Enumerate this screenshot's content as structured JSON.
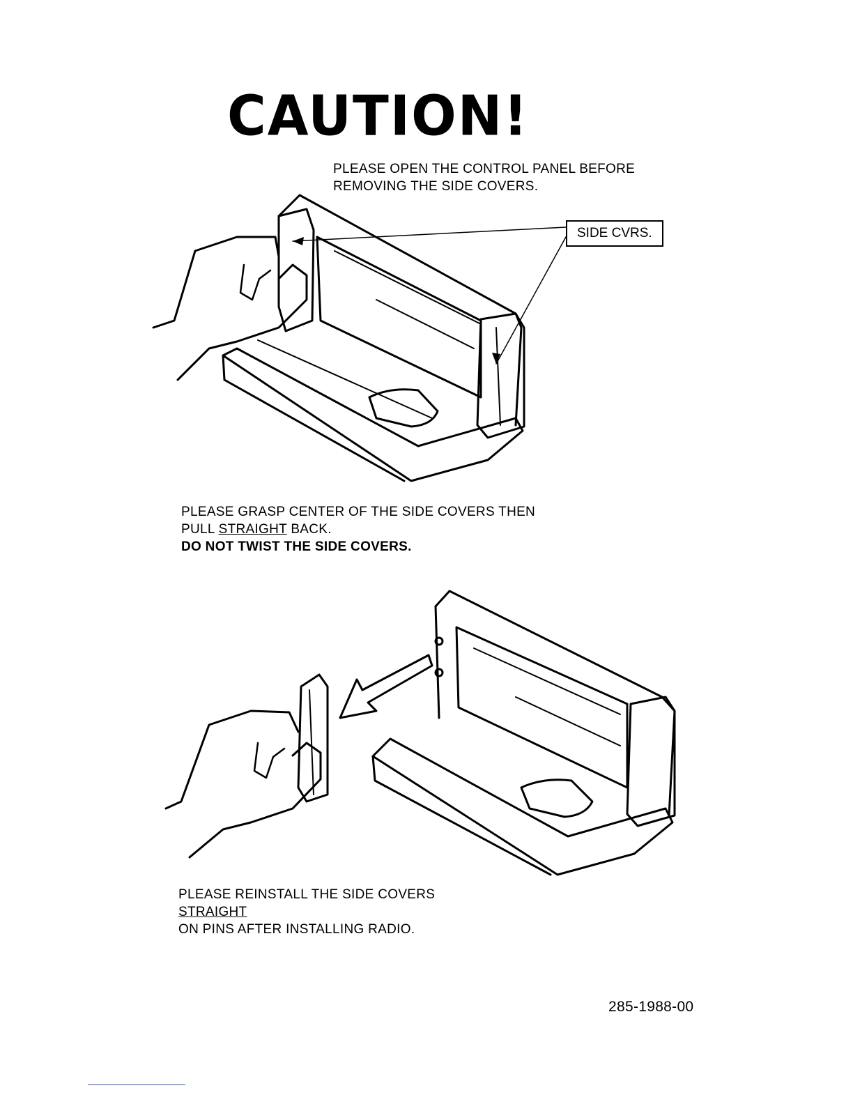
{
  "title": "CAUTION!",
  "step1": {
    "line1": "PLEASE OPEN THE CONTROL PANEL BEFORE",
    "line2": "REMOVING THE SIDE COVERS."
  },
  "callout": "SIDE CVRS.",
  "step2": {
    "line1": "PLEASE GRASP CENTER OF THE SIDE COVERS THEN",
    "line2_pre": "PULL ",
    "line2_u": "STRAIGHT",
    "line2_post": " BACK.",
    "line3": "DO NOT TWIST THE SIDE COVERS."
  },
  "step3": {
    "line1": "PLEASE REINSTALL THE SIDE COVERS",
    "line2": "STRAIGHT",
    "line3": "ON PINS AFTER INSTALLING RADIO."
  },
  "part_number": "285-1988-00"
}
